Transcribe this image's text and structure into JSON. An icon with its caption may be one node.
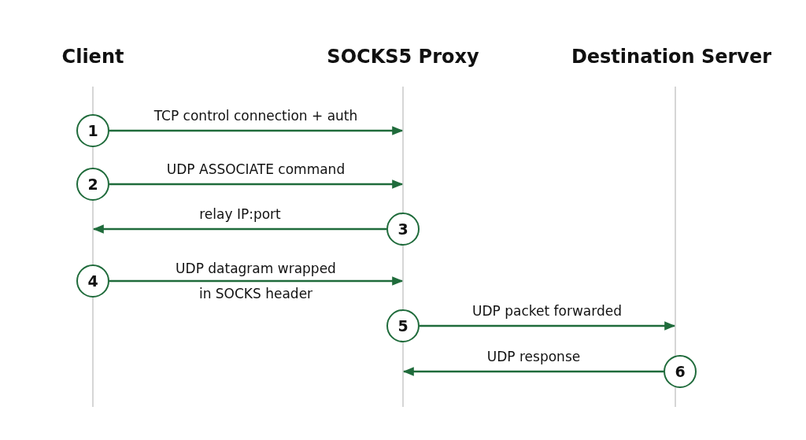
{
  "diagram": {
    "nodes": [
      {
        "text": [
          "Client"
        ]
      },
      {
        "text": [
          "SOCKS5 Proxy"
        ]
      },
      {
        "text": [
          "Destination Server"
        ]
      },
      {
        "text": [
          "1"
        ]
      },
      {
        "text": [
          "2"
        ]
      },
      {
        "text": [
          "3"
        ]
      },
      {
        "text": [
          "4"
        ]
      },
      {
        "text": [
          "5"
        ]
      },
      {
        "text": [
          "6"
        ]
      }
    ],
    "edges": [
      {
        "from": 3,
        "to": null,
        "arrow": "to",
        "label": "TCP control connection + auth"
      },
      {
        "from": 4,
        "to": null,
        "arrow": "to",
        "label": "UDP ASSOCIATE command"
      },
      {
        "from": 5,
        "to": null,
        "arrow": "to",
        "label": "relay IP:port"
      },
      {
        "from": 6,
        "to": null,
        "arrow": "to",
        "label": "UDP datagram wrapped in SOCKS header"
      },
      {
        "from": 7,
        "to": null,
        "arrow": "to",
        "label": "UDP packet forwarded"
      },
      {
        "from": 8,
        "to": null,
        "arrow": "to",
        "label": "UDP response"
      }
    ]
  }
}
